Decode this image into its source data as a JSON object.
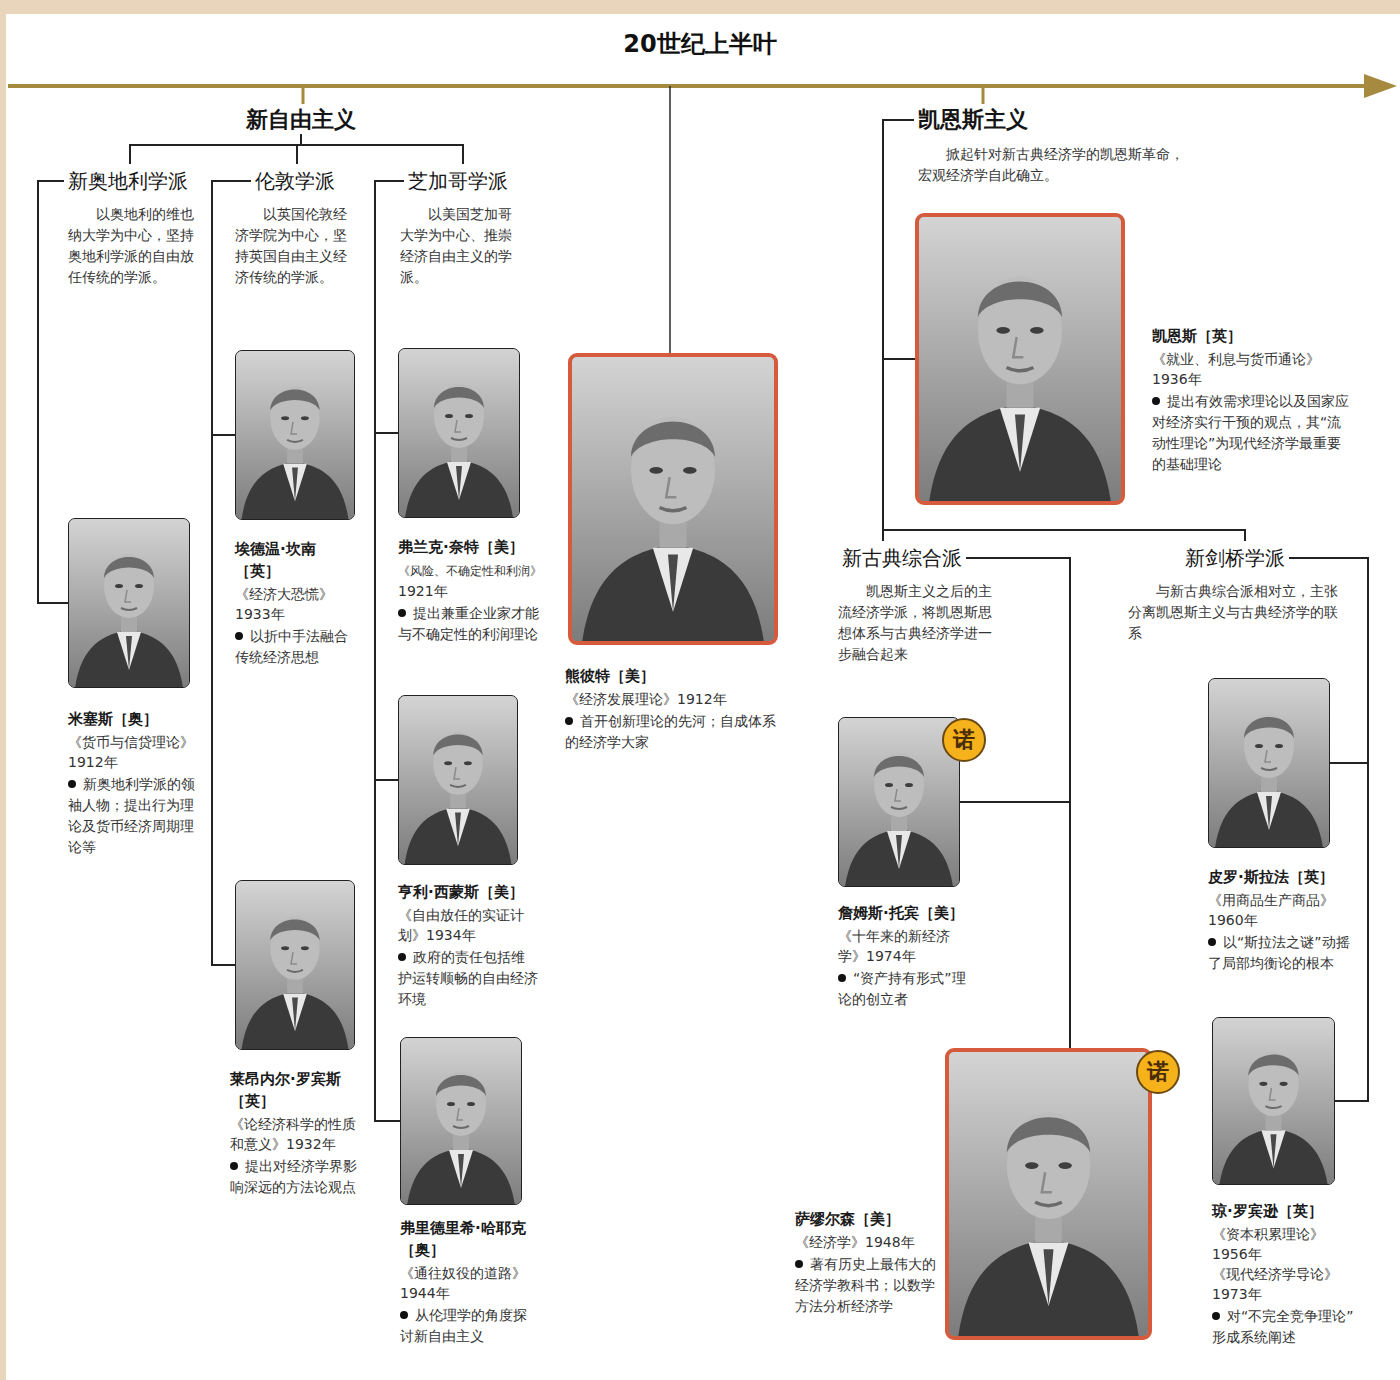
{
  "diagram": {
    "title": "20世纪上半叶",
    "nodes": [
      {
        "text": [
          "新自由主义"
        ]
      },
      {
        "text": [
          "新奥地利学派",
          "以奥地利的维也纳大学为中心，坚持奥地利学派的自由放任传统的学派。"
        ]
      },
      {
        "text": [
          "伦敦学派",
          "以英国伦敦经济学院为中心，坚持英国自由主义经济传统的学派。"
        ]
      },
      {
        "text": [
          "芝加哥学派",
          "以美国芝加哥大学为中心、推崇经济自由主义的学派。"
        ]
      },
      {
        "text": [
          "米塞斯［奥］",
          "《货币与信贷理论》",
          "1912年",
          "新奥地利学派的领袖人物；提出行为理论及货币经济周期理论等"
        ]
      },
      {
        "text": [
          "埃德温·坎南［英］",
          "《经济大恐慌》",
          "1933年",
          "以折中手法融合传统经济思想"
        ]
      },
      {
        "text": [
          "莱昂内尔·罗宾斯［英］",
          "《论经济科学的性质和意义》",
          "1932年",
          "提出对经济学界影响深远的方法论观点"
        ]
      },
      {
        "text": [
          "弗兰克·奈特［美］",
          "《风险、不确定性和利润》",
          "1921年",
          "提出兼重企业家才能与不确定性的利润理论"
        ]
      },
      {
        "text": [
          "亨利·西蒙斯［美］",
          "《自由放任的实证计划》",
          "1934年",
          "政府的责任包括维护运转顺畅的自由经济环境"
        ]
      },
      {
        "text": [
          "弗里德里希·哈耶克［奥］",
          "《通往奴役的道路》",
          "1944年",
          "从伦理学的角度探讨新自由主义"
        ]
      },
      {
        "text": [
          "熊彼特［美］",
          "《经济发展理论》",
          "1912年",
          "首开创新理论的先河；自成体系的经济学大家"
        ]
      },
      {
        "text": [
          "凯恩斯主义",
          "掀起针对新古典经济学的凯恩斯革命，宏观经济学自此确立。"
        ]
      },
      {
        "text": [
          "凯恩斯［英］",
          "《就业、利息与货币通论》",
          "1936年",
          "提出有效需求理论以及国家应对经济实行干预的观点，其“流动性理论”为现代经济学最重要的基础理论"
        ]
      },
      {
        "text": [
          "新古典综合派",
          "凯恩斯主义之后的主流经济学派，将凯恩斯思想体系与古典经济学进一步融合起来"
        ]
      },
      {
        "text": [
          "新剑桥学派",
          "与新古典综合派相对立，主张分离凯恩斯主义与古典经济学的联系"
        ]
      },
      {
        "text": [
          "詹姆斯·托宾［美］",
          "《十年来的新经济学》",
          "1974年",
          "“资产持有形式”理论的创立者"
        ]
      },
      {
        "text": [
          "诺"
        ],
        "in": 15
      },
      {
        "text": [
          "萨缪尔森［美］",
          "《经济学》",
          "1948年",
          "著有历史上最伟大的经济学教科书；以数学方法分析经济学"
        ]
      },
      {
        "text": [
          "诺"
        ],
        "in": 17
      },
      {
        "text": [
          "皮罗·斯拉法［英］",
          "《用商品生产商品》",
          "1960年",
          "以“斯拉法之谜”动摇了局部均衡论的根本"
        ]
      },
      {
        "text": [
          "琼·罗宾逊［英］",
          "《资本积累理论》",
          "1956年",
          "《现代经济学导论》",
          "1973年",
          "对“不完全竞争理论”形成系统阐述"
        ]
      }
    ],
    "edges": [
      {
        "from": 0,
        "to": 1,
        "arrow": "none"
      },
      {
        "from": 0,
        "to": 2,
        "arrow": "none"
      },
      {
        "from": 0,
        "to": 3,
        "arrow": "none"
      },
      {
        "from": 1,
        "to": 4,
        "arrow": "none"
      },
      {
        "from": 2,
        "to": 5,
        "arrow": "none"
      },
      {
        "from": 2,
        "to": 6,
        "arrow": "none"
      },
      {
        "from": 3,
        "to": 7,
        "arrow": "none"
      },
      {
        "from": 3,
        "to": 8,
        "arrow": "none"
      },
      {
        "from": 3,
        "to": 9,
        "arrow": "none"
      },
      {
        "from": 11,
        "to": 12,
        "arrow": "none"
      },
      {
        "from": 11,
        "to": 13,
        "arrow": "none"
      },
      {
        "from": 11,
        "to": 14,
        "arrow": "none"
      },
      {
        "from": 13,
        "to": 15,
        "arrow": "none"
      },
      {
        "from": 13,
        "to": 17,
        "arrow": "none"
      },
      {
        "from": 14,
        "to": 19,
        "arrow": "none"
      },
      {
        "from": 14,
        "to": 20,
        "arrow": "none"
      }
    ]
  }
}
